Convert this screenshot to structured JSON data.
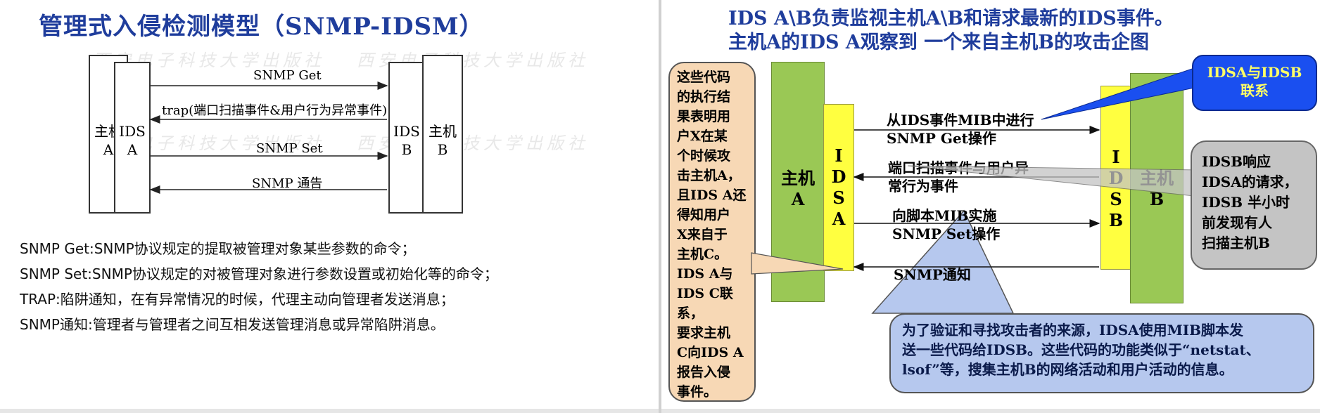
{
  "left": {
    "title": "管理式入侵检测模型（SNMP-IDSM）",
    "watermark": "西安电子科技大学出版社",
    "host_a": [
      "主机",
      "A"
    ],
    "ids_a": [
      "IDS",
      "A"
    ],
    "ids_b": [
      "IDS",
      "B"
    ],
    "host_b": [
      "主机",
      "B"
    ],
    "arrows": [
      "SNMP Get",
      "trap(端口扫描事件&用户行为异常事件)",
      "SNMP Set",
      "SNMP 通告"
    ],
    "definitions": [
      "SNMP Get:SNMP协议规定的提取被管理对象某些参数的命令；",
      "SNMP Set:SNMP协议规定的对被管理对象进行参数设置或初始化等的命令；",
      "TRAP:陷阱通知，在有异常情况的时候，代理主动向管理者发送消息；",
      "SNMP通知:管理者与管理者之间互相发送管理消息或异常陷阱消息。"
    ]
  },
  "right": {
    "title_lines": [
      "IDS A\\B负责监视主机A\\B和请求最新的IDS事件。",
      "主机A的IDS A观察到 一个来自主机B的攻击企图"
    ],
    "host_a": [
      "主机",
      "A"
    ],
    "ids_a": [
      "I",
      "D",
      "S",
      "A"
    ],
    "ids_b": [
      "I",
      "D",
      "S",
      "B"
    ],
    "host_b": [
      "主机",
      "B"
    ],
    "arrows": [
      [
        "从IDS事件MIB中进行",
        "SNMP Get操作"
      ],
      [
        "端口扫描事件与用户异",
        "常行为事件"
      ],
      [
        "向脚本MIB实施",
        "SNMP Set操作"
      ],
      [
        "SNMP通知"
      ]
    ],
    "left_callout": [
      "这些代码",
      "的执行结",
      "果表明用",
      "户X在某",
      "个时候攻",
      "击主机A，",
      "且IDS A还",
      "得知用户",
      "X来自于",
      "主机C。",
      "IDS A与",
      "IDS C联系，",
      "要求主机",
      "C向IDS A",
      "报告入侵",
      "事件。"
    ],
    "top_callout": [
      "IDSA与IDSB",
      "联系"
    ],
    "right_callout": [
      "IDSB响应",
      "IDSA的请求，",
      "IDSB 半小时",
      "前发现有人",
      "扫描主机B"
    ],
    "bottom_callout": [
      "为了验证和寻找攻击者的来源，IDSA使用MIB脚本发",
      "送一些代码给IDSB。这些代码的功能类似于“netstat、",
      "lsof”等，搜集主机B的网络活动和用户活动的信息。"
    ],
    "colors": {
      "host": "#9ac855",
      "ids": "#ffff40",
      "left_callout": "#f7d8b5",
      "top_callout": "#1a4ff0",
      "right_callout": "#c4c4c4",
      "bottom_callout": "#b6c8ee"
    }
  }
}
